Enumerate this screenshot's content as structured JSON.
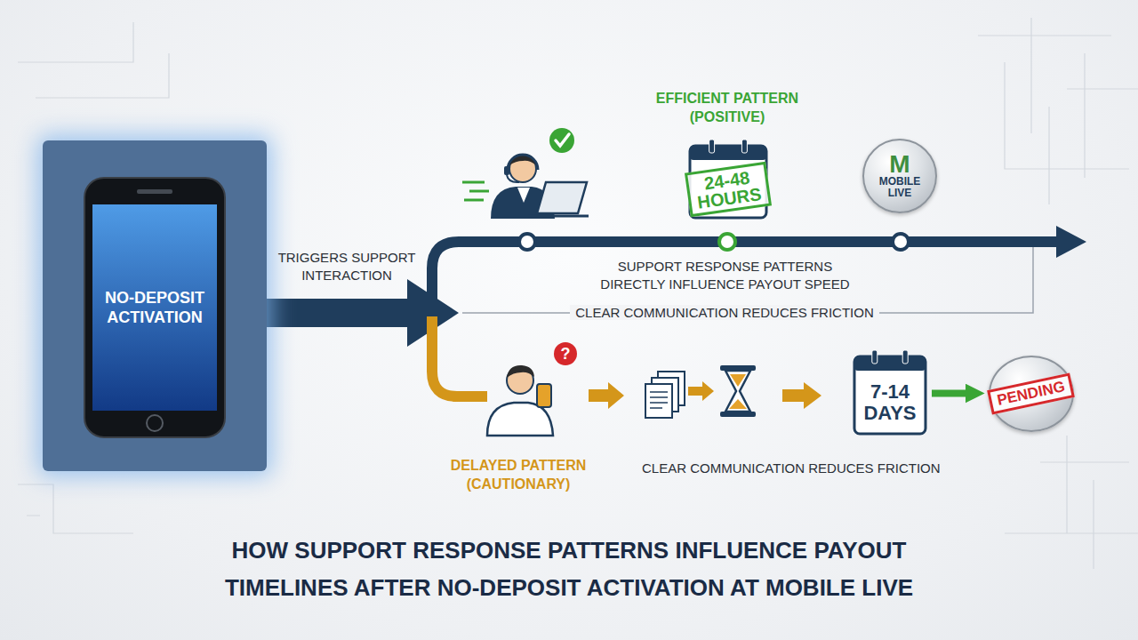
{
  "diagram": {
    "title": "HOW SUPPORT RESPONSE PATTERNS INFLUENCE PAYOUT TIMELINES AFTER NO-DEPOSIT ACTIVATION AT MOBILE LIVE",
    "nodes": [
      {
        "text": [
          "NO-DEPOSIT ACTIVATION"
        ]
      },
      {
        "text": [
          "24-48 HOURS"
        ]
      },
      {
        "text": [
          "M",
          "MOBILE LIVE"
        ]
      },
      {
        "text": [
          "7-14 DAYS"
        ]
      },
      {
        "text": [
          "PENDING"
        ]
      }
    ],
    "edges": [
      {
        "from": 3,
        "to": 4,
        "arrow": "to"
      }
    ],
    "labels": [
      "TRIGGERS SUPPORT INTERACTION",
      "EFFICIENT PATTERN (POSITIVE)",
      "SUPPORT RESPONSE PATTERNS DIRECTLY INFLUENCE PAYOUT SPEED",
      "CLEAR COMMUNICATION REDUCES FRICTION",
      "?",
      "DELAYED PATTERN (CAUTIONARY)",
      "CLEAR COMMUNICATION REDUCES FRICTION"
    ]
  }
}
